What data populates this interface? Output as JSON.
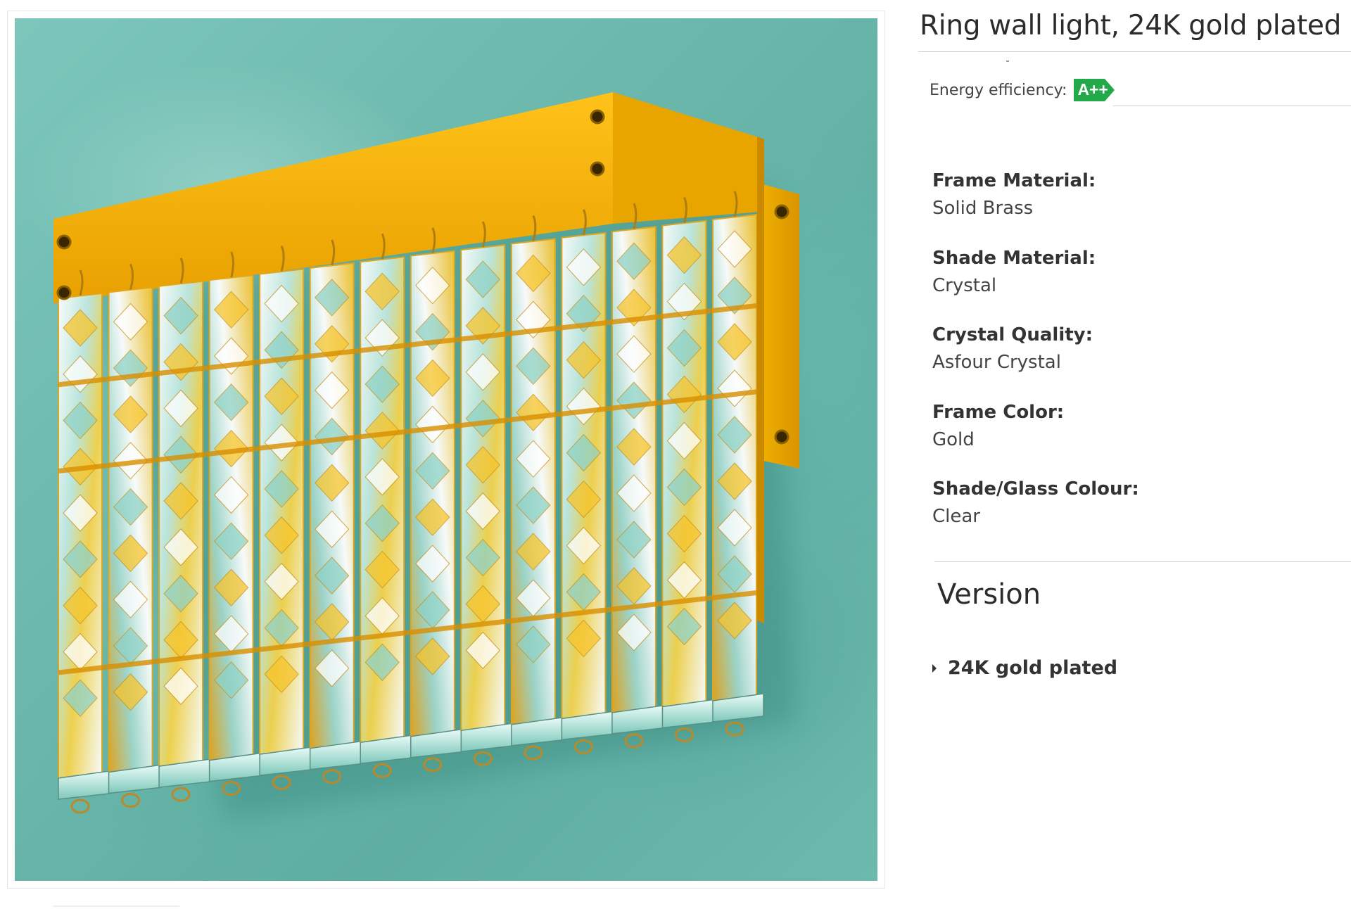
{
  "product": {
    "title": "Ring wall light, 24K gold plated",
    "image_alt": "crystal-wall-light-photo"
  },
  "energy": {
    "label": "Energy efficiency:",
    "rating": "A++",
    "badge_color": "#23a84a"
  },
  "specs": [
    {
      "label": "Frame Material:",
      "value": "Solid Brass"
    },
    {
      "label": "Shade Material:",
      "value": "Crystal"
    },
    {
      "label": "Crystal Quality:",
      "value": "Asfour Crystal"
    },
    {
      "label": "Frame Color:",
      "value": "Gold"
    },
    {
      "label": "Shade/Glass Colour:",
      "value": "Clear"
    }
  ],
  "version": {
    "heading": "Version",
    "options": [
      {
        "label": "24K gold plated",
        "icon": "caret-right-icon"
      }
    ]
  },
  "colors": {
    "background_teal": "#6bb7ab",
    "gold": "#f2b400",
    "text": "#333333"
  }
}
